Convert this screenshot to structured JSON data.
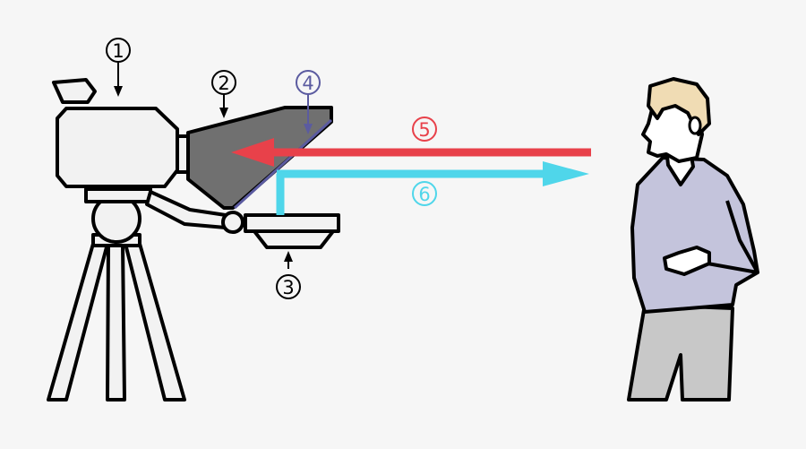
{
  "callouts": [
    {
      "number": "1",
      "color": "#000000"
    },
    {
      "number": "2",
      "color": "#000000"
    },
    {
      "number": "3",
      "color": "#000000"
    },
    {
      "number": "4",
      "color": "#5b5ba0"
    },
    {
      "number": "5",
      "color": "#e8414a"
    },
    {
      "number": "6",
      "color": "#4fd6ea"
    }
  ],
  "colors": {
    "background": "#f6f6f6",
    "outline": "#000000",
    "equipment_fill": "#f2f2f2",
    "glass_fill": "#707070",
    "reflected_light_arrow": "#e8414a",
    "transmitted_light_arrow": "#4fd6ea",
    "beam_splitter_edge": "#5b5ba0",
    "presenter_sweater": "#c4c4dc",
    "presenter_trousers": "#c8c8c8",
    "presenter_skin": "#ffffff",
    "presenter_hair": "#f0dcb4"
  },
  "icons": {
    "camera": "video-camera-icon",
    "tripod": "tripod-icon",
    "hood": "prompter-hood-icon",
    "monitor": "prompter-monitor-icon",
    "presenter": "presenter-icon"
  }
}
